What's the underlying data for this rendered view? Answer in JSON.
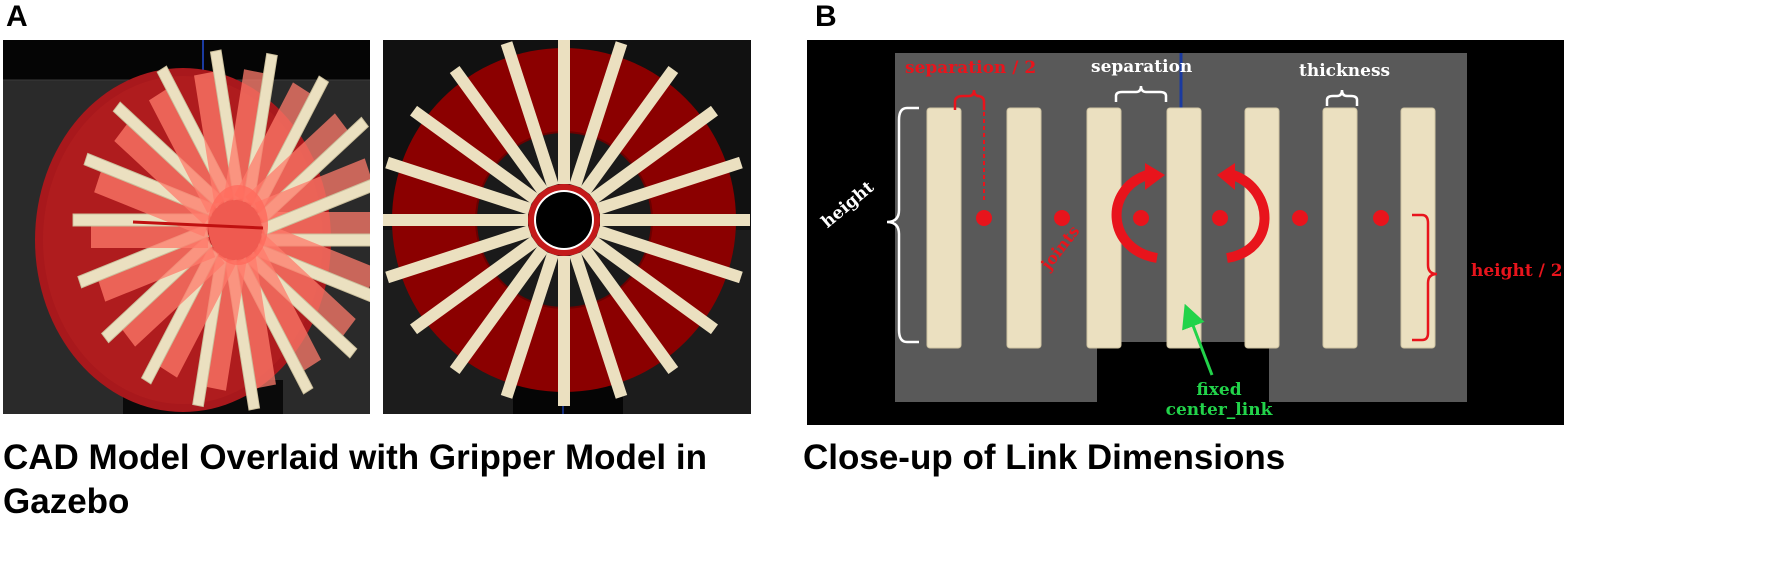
{
  "panel_a": {
    "letter": "A",
    "caption": "CAD Model Overlaid with Gripper Model in Gazebo"
  },
  "panel_b": {
    "letter": "B",
    "caption": "Close-up of Link Dimensions",
    "labels": {
      "separation_half": "separation / 2",
      "separation": "separation",
      "thickness": "thickness",
      "height": "height",
      "joints": "joints",
      "height_half": "height / 2",
      "fixed_center_link_line1": "fixed",
      "fixed_center_link_line2": "center_link"
    }
  },
  "colors": {
    "annotation_red": "#e8141c",
    "annotation_white": "#ffffff",
    "annotation_green": "#22d34a",
    "link_beige": "#ebe0c0",
    "cad_dark_red": "#8b0000",
    "cad_light_red": "#ff7b6b",
    "background_gray": "#595959"
  }
}
